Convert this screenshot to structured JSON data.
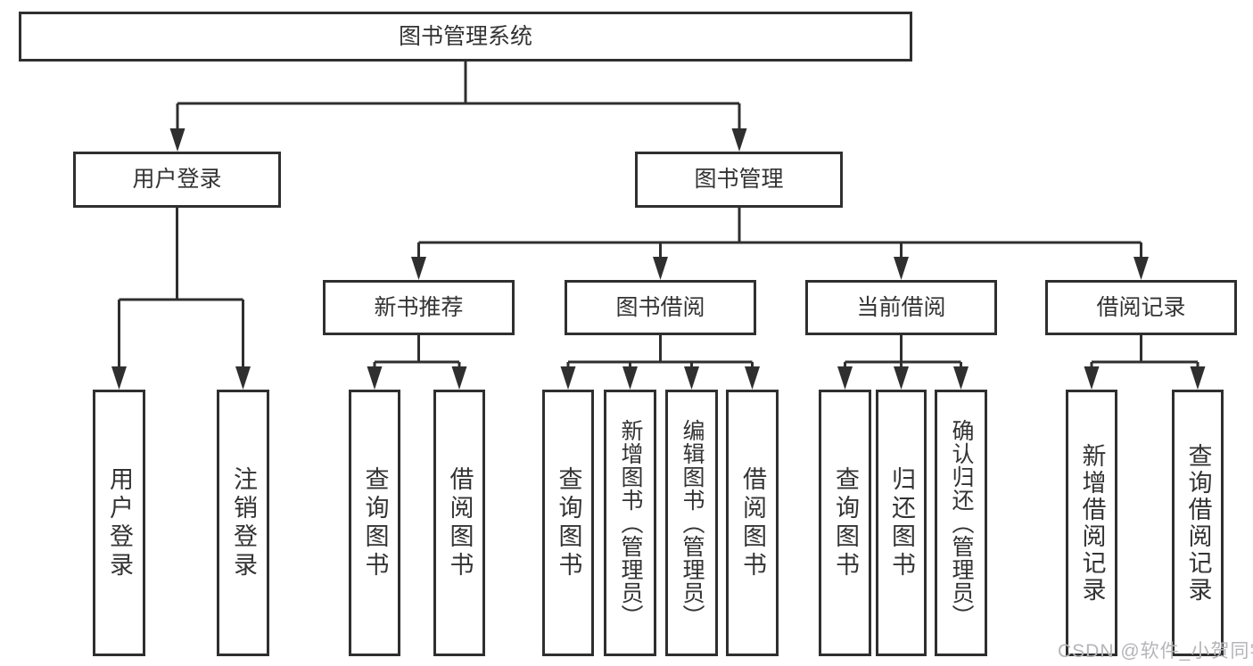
{
  "diagram": {
    "title": "图书管理系统",
    "nodes": {
      "root": "图书管理系统",
      "user_login": "用户登录",
      "book_mgmt": "图书管理",
      "new_book_rec": "新书推荐",
      "book_borrow": "图书借阅",
      "current_borrow": "当前借阅",
      "borrow_record": "借阅记录",
      "leaf_user_login": "用户登录",
      "leaf_logout": "注销登录",
      "leaf_query_book_a": "查询图书",
      "leaf_borrow_book_a": "借阅图书",
      "leaf_query_book_b": "查询图书",
      "leaf_add_book": "新增图书（管理员）",
      "leaf_edit_book": "编辑图书（管理员）",
      "leaf_borrow_book_b": "借阅图书",
      "leaf_query_book_c": "查询图书",
      "leaf_return_book": "归还图书",
      "leaf_confirm_return": "确认归还（管理员）",
      "leaf_add_record": "新增借阅记录",
      "leaf_query_record": "查询借阅记录"
    },
    "colors": {
      "line": "#2f2f2f",
      "text": "#333333",
      "box_fill": "#ffffff",
      "background": "#ffffff"
    }
  },
  "watermark": {
    "text": "CSDN @软件_小贺同学",
    "color": "#b5b5b9"
  }
}
